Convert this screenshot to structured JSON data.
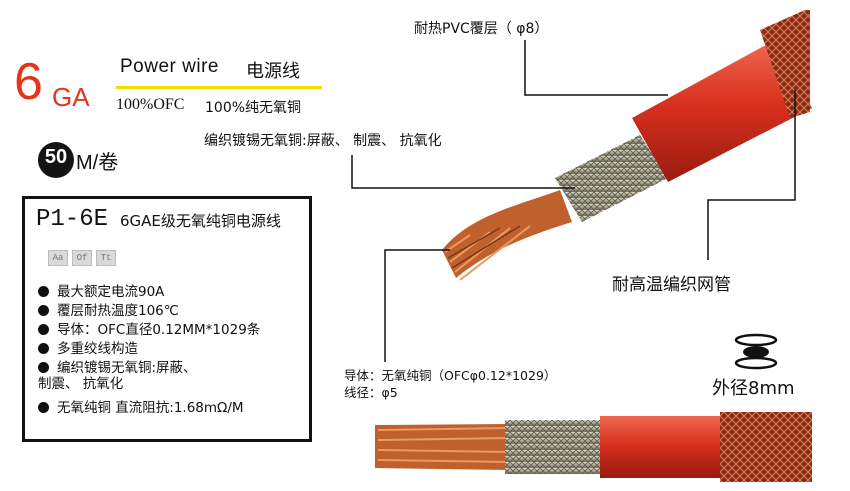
{
  "header": {
    "gauge_number": "6",
    "gauge_unit": "GA",
    "title_en": "Power wire",
    "title_cn": "电源线",
    "material_en": "100%OFC",
    "material_cn": "100%纯无氧铜",
    "coil_number": "50",
    "coil_unit": "M/卷"
  },
  "spec": {
    "model": "P1-6E",
    "description": "6GAE级无氧纯铜电源线",
    "badges": [
      "Aa",
      "Of",
      "Tt"
    ],
    "features": [
      {
        "line1": "最大额定电流90A"
      },
      {
        "line1": "覆层耐热温度106℃"
      },
      {
        "line1": "导体：OFC直径0.12MM*1029条"
      },
      {
        "line1": "多重绞线构造"
      },
      {
        "line1": "编织镀锡无氧铜:屏蔽、",
        "line2": "制震、 抗氧化"
      },
      {
        "line1": "无氧纯铜 直流阻抗:1.68mΩ/M"
      }
    ]
  },
  "callouts": {
    "jacket": "耐热PVC覆层（ φ8）",
    "braid": "编织镀锡无氧铜:屏蔽、 制震、 抗氧化",
    "sleeve": "耐高温编织网管",
    "conductor_line1": "导体：无氧纯铜（OFCφ0.12*1029）",
    "conductor_line2": "线径：φ5",
    "outer_diameter": "外径8mm"
  },
  "colors": {
    "accent_red": "#e5331c",
    "underline_yellow": "#f0e000",
    "jacket_red": "#d8311f",
    "copper": "#c0602c",
    "braid_silver": "#b9b6a4"
  }
}
